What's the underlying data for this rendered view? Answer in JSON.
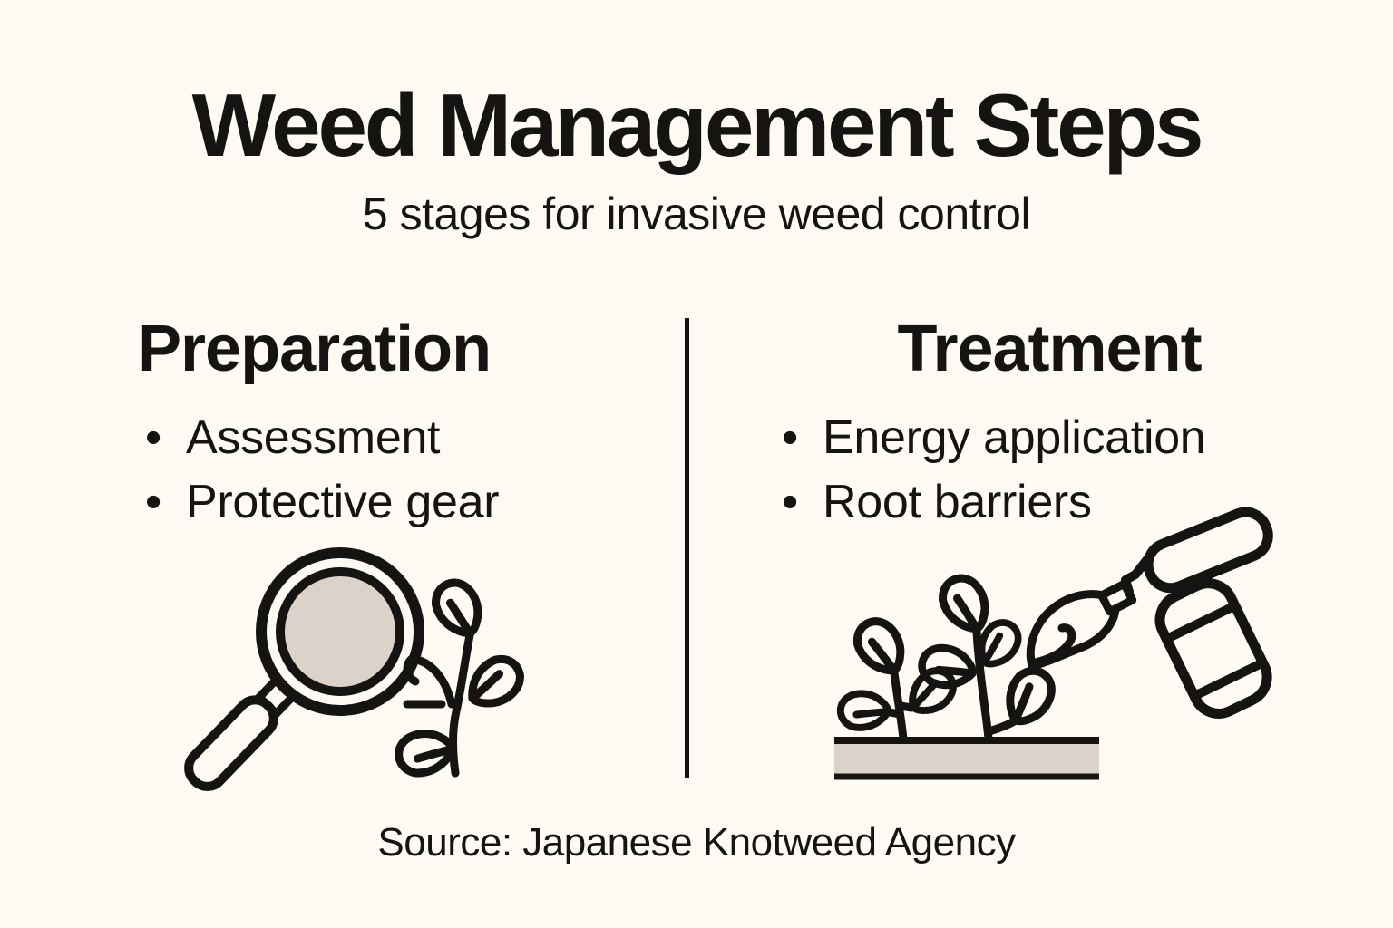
{
  "page": {
    "background_color": "#FDFAF4",
    "ink_color": "#161412",
    "beige_fill_color": "#DBD3CA"
  },
  "header": {
    "title": "Weed Management Steps",
    "subtitle": "5 stages for invasive weed control"
  },
  "columns": [
    {
      "heading": "Preparation",
      "bullets": [
        "Assessment",
        "Protective gear"
      ],
      "icon": "magnifying-glass-and-plant-icon"
    },
    {
      "heading": "Treatment",
      "bullets": [
        "Energy application",
        "Root barriers"
      ],
      "icon": "flame-weeder-burning-plants-icon"
    }
  ],
  "footer": {
    "source": "Source: Japanese Knotweed Agency"
  }
}
